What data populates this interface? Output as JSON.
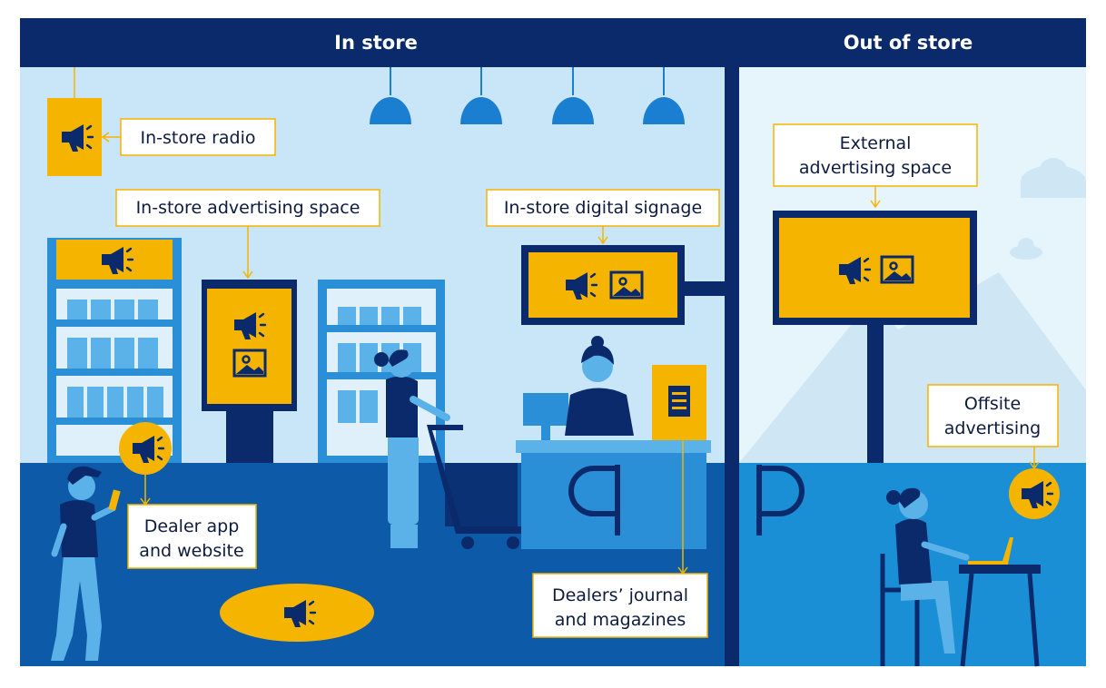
{
  "header": {
    "in_store": "In store",
    "out_of_store": "Out of store"
  },
  "labels": {
    "in_store_radio": "In-store radio",
    "in_store_advertising_space": "In-store advertising space",
    "in_store_digital_signage": "In-store digital signage",
    "external_advertising_space_line1": "External",
    "external_advertising_space_line2": "advertising space",
    "offsite_advertising_line1": "Offsite",
    "offsite_advertising_line2": "advertising",
    "dealer_app_line1": "Dealer app",
    "dealer_app_line2": "and website",
    "dealers_journal_line1": "Dealers’ journal",
    "dealers_journal_line2": "and magazines"
  },
  "colors": {
    "navy": "#0a2a6b",
    "header_bar": "#0a2a6b",
    "wall_in_store": "#c8e6f8",
    "wall_out_store": "#e6f4fc",
    "floor_in_store": "#0d5aa8",
    "floor_out_store": "#1b8fd6",
    "accent_yellow": "#f5b400",
    "shelf_blue": "#2a8fd6"
  },
  "icons": [
    "megaphone-icon",
    "image-icon",
    "document-icon",
    "cloud-icon",
    "lamp-icon"
  ]
}
